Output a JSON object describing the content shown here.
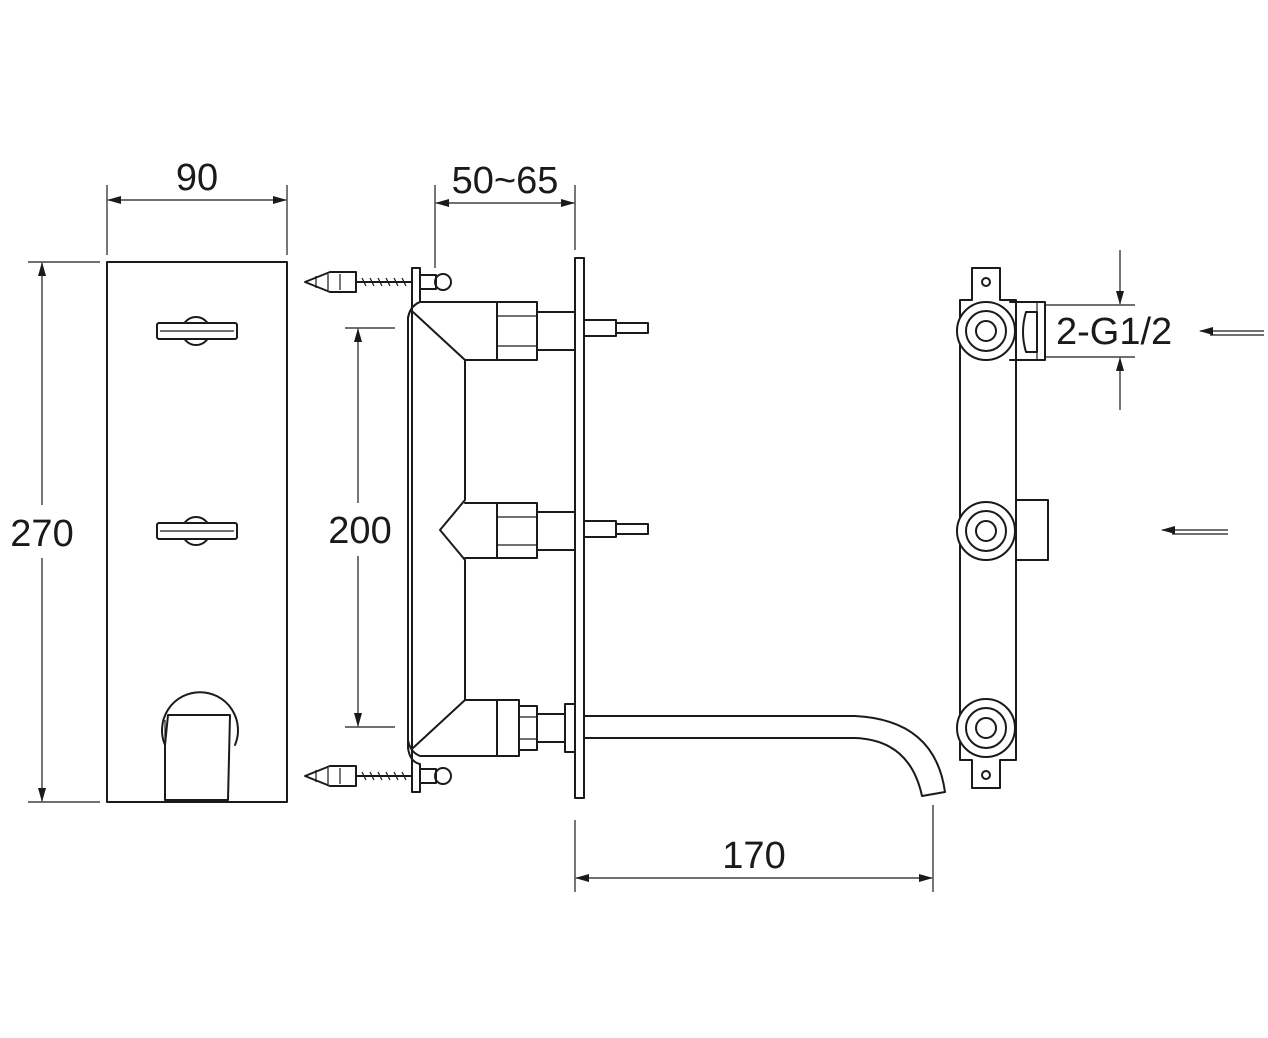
{
  "dimensions": {
    "width_front": "90",
    "height_front": "270",
    "depth_range": "50~65",
    "spacing": "200",
    "spout_reach": "170",
    "inlet_thread": "2-G1/2"
  },
  "colors": {
    "line": "#1a1a1a",
    "background": "#ffffff"
  }
}
